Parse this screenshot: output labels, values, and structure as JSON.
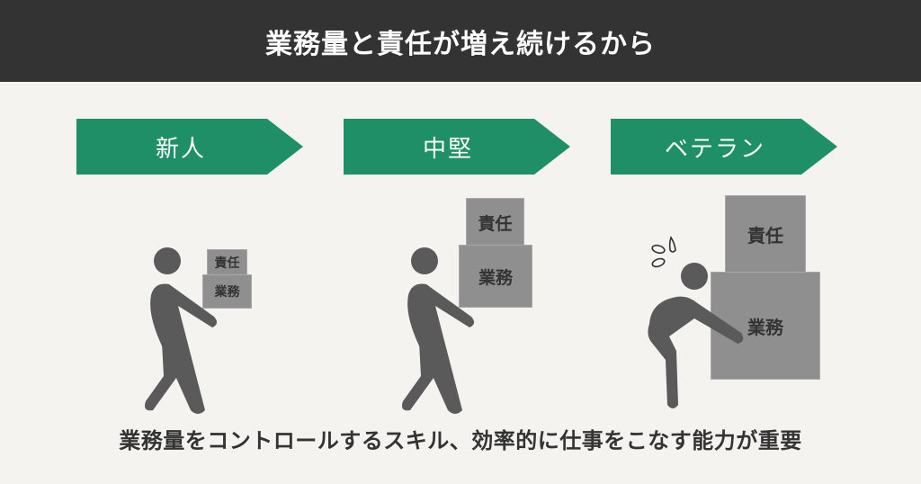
{
  "header": {
    "title": "業務量と責任が増え続けるから"
  },
  "stages": [
    {
      "label": "新人",
      "boxes": {
        "top": "責任",
        "bottom": "業務"
      }
    },
    {
      "label": "中堅",
      "boxes": {
        "top": "責任",
        "bottom": "業務"
      }
    },
    {
      "label": "ベテラン",
      "boxes": {
        "top": "責任",
        "bottom": "業務"
      }
    }
  ],
  "footer": {
    "text": "業務量をコントロールするスキル、効率的に仕事をこなす能力が重要"
  },
  "colors": {
    "header_bg": "#333333",
    "stage_green": "#1f8f68",
    "figure_gray": "#5a5a5a",
    "box_gray": "#8f8f8f",
    "background": "#f4f3ef"
  }
}
